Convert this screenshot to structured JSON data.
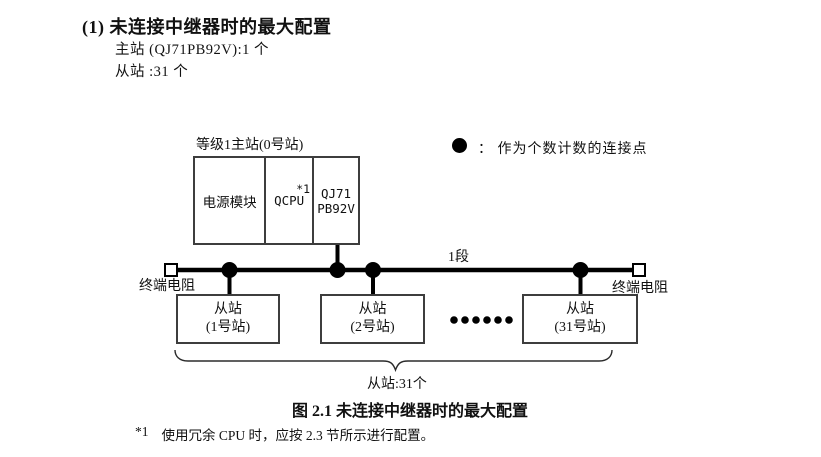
{
  "page": {
    "heading": "(1) 未连接中继器时的最大配置",
    "spec_line1": "主站 (QJ71PB92V):1 个",
    "spec_line2": "从站 :31 个"
  },
  "legend": {
    "text": "： 作为个数计数的连接点"
  },
  "master": {
    "label": "等级1主站(0号站)",
    "power_module": "电源模块",
    "cpu": "QCPU",
    "cpu_note": "*1",
    "module_line1": "QJ71",
    "module_line2": "PB92V"
  },
  "bus": {
    "segment_label": "1段",
    "terminator_left": "终端电阻",
    "terminator_right": "终端电阻"
  },
  "slaves": [
    {
      "name": "从站",
      "station": "(1号站)"
    },
    {
      "name": "从站",
      "station": "(2号站)"
    },
    {
      "name": "从站",
      "station": "(31号站)"
    }
  ],
  "brace_label": "从站:31个",
  "caption": "图 2.1 未连接中继器时的最大配置",
  "footnote": {
    "marker": "*1",
    "text": "使用冗余 CPU 时，应按 2.3 节所示进行配置。"
  },
  "colors": {
    "line": "#000000",
    "box_border": "#3d3d3d",
    "background": "#ffffff",
    "text": "#111111"
  }
}
